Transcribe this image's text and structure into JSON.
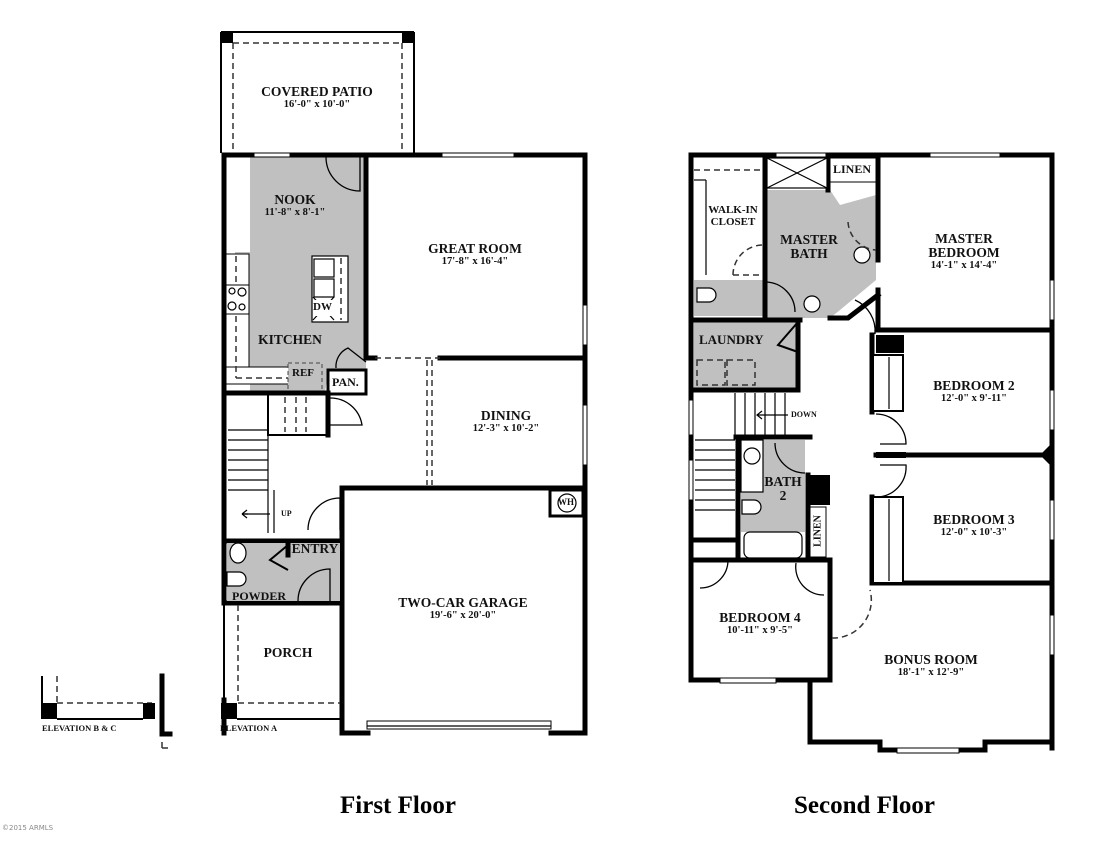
{
  "first_floor": {
    "title": "First Floor",
    "rooms": {
      "covered_patio": {
        "name": "COVERED PATIO",
        "dims": "16'-0\" x 10'-0\""
      },
      "nook": {
        "name": "NOOK",
        "dims": "11'-8\" x 8'-1\""
      },
      "great_room": {
        "name": "GREAT ROOM",
        "dims": "17'-8\" x 16'-4\""
      },
      "kitchen": {
        "name": "KITCHEN"
      },
      "dining": {
        "name": "DINING",
        "dims": "12'-3\" x 10'-2\""
      },
      "two_car_garage": {
        "name": "TWO-CAR GARAGE",
        "dims": "19'-6\" x 20'-0\""
      },
      "entry": {
        "name": "ENTRY"
      },
      "powder": {
        "name": "POWDER"
      },
      "porch": {
        "name": "PORCH"
      }
    },
    "fixtures": {
      "dishwasher": "DW",
      "refrigerator": "REF",
      "pantry": "PAN.",
      "water_heater": "WH",
      "stairs_up": "UP"
    },
    "elevations": {
      "a": "ELEVATION A",
      "b_c": "ELEVATION B & C"
    }
  },
  "second_floor": {
    "title": "Second Floor",
    "rooms": {
      "walk_in_closet": {
        "name": "WALK-IN",
        "name2": "CLOSET"
      },
      "master_bath": {
        "name": "MASTER",
        "name2": "BATH"
      },
      "linen_top": {
        "name": "LINEN"
      },
      "master_bedroom": {
        "name": "MASTER",
        "name2": "BEDROOM",
        "dims": "14'-1\" x 14'-4\""
      },
      "laundry": {
        "name": "LAUNDRY"
      },
      "bedroom_2": {
        "name": "BEDROOM 2",
        "dims": "12'-0\" x 9'-11\""
      },
      "bath_2": {
        "name": "BATH",
        "name2": "2"
      },
      "linen_side": {
        "name": "LINEN"
      },
      "bedroom_3": {
        "name": "BEDROOM 3",
        "dims": "12'-0\" x 10'-3\""
      },
      "bedroom_4": {
        "name": "BEDROOM 4",
        "dims": "10'-11\" x 9'-5\""
      },
      "bonus_room": {
        "name": "BONUS ROOM",
        "dims": "18'-1\" x 12'-9\""
      }
    },
    "fixtures": {
      "stairs_down": "DOWN"
    }
  },
  "copyright": "©2015 ARMLS",
  "colors": {
    "wall": "#000000",
    "wet_area_fill": "#c0c0c0",
    "background": "#ffffff"
  }
}
